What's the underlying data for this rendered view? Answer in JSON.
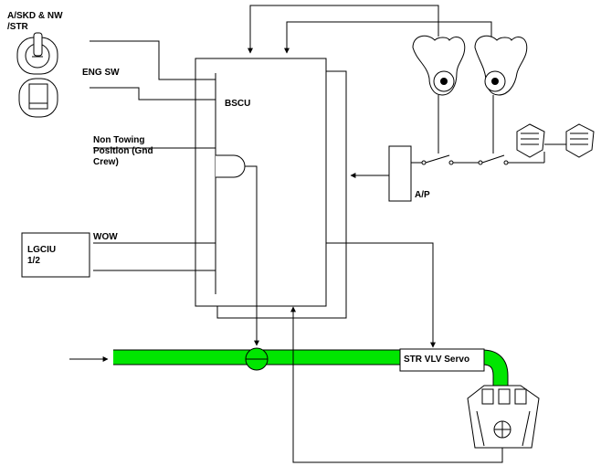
{
  "labels": {
    "askd_nw_str": "A/SKD & NW\n/STR",
    "eng_sw": "ENG SW",
    "bscu": "BSCU",
    "non_towing": "Non Towing\nPosition (Gnd\nCrew)",
    "wow": "WOW",
    "lgciu": "LGCIU\n1/2",
    "ap": "A/P",
    "str_vlv_servo": "STR VLV Servo"
  },
  "colors": {
    "hydraulic_line": "#00e600",
    "line": "#000000",
    "background": "#ffffff"
  },
  "icons": {
    "askd_switch": "toggle-switch-icon",
    "eng_switch": "push-button-icon",
    "tiller_left": "tiller-handwheel-icon",
    "tiller_right": "tiller-handwheel-icon",
    "rudder_pedals": "rudder-pedals-icon",
    "steering_actuator": "steering-actuator-icon"
  }
}
